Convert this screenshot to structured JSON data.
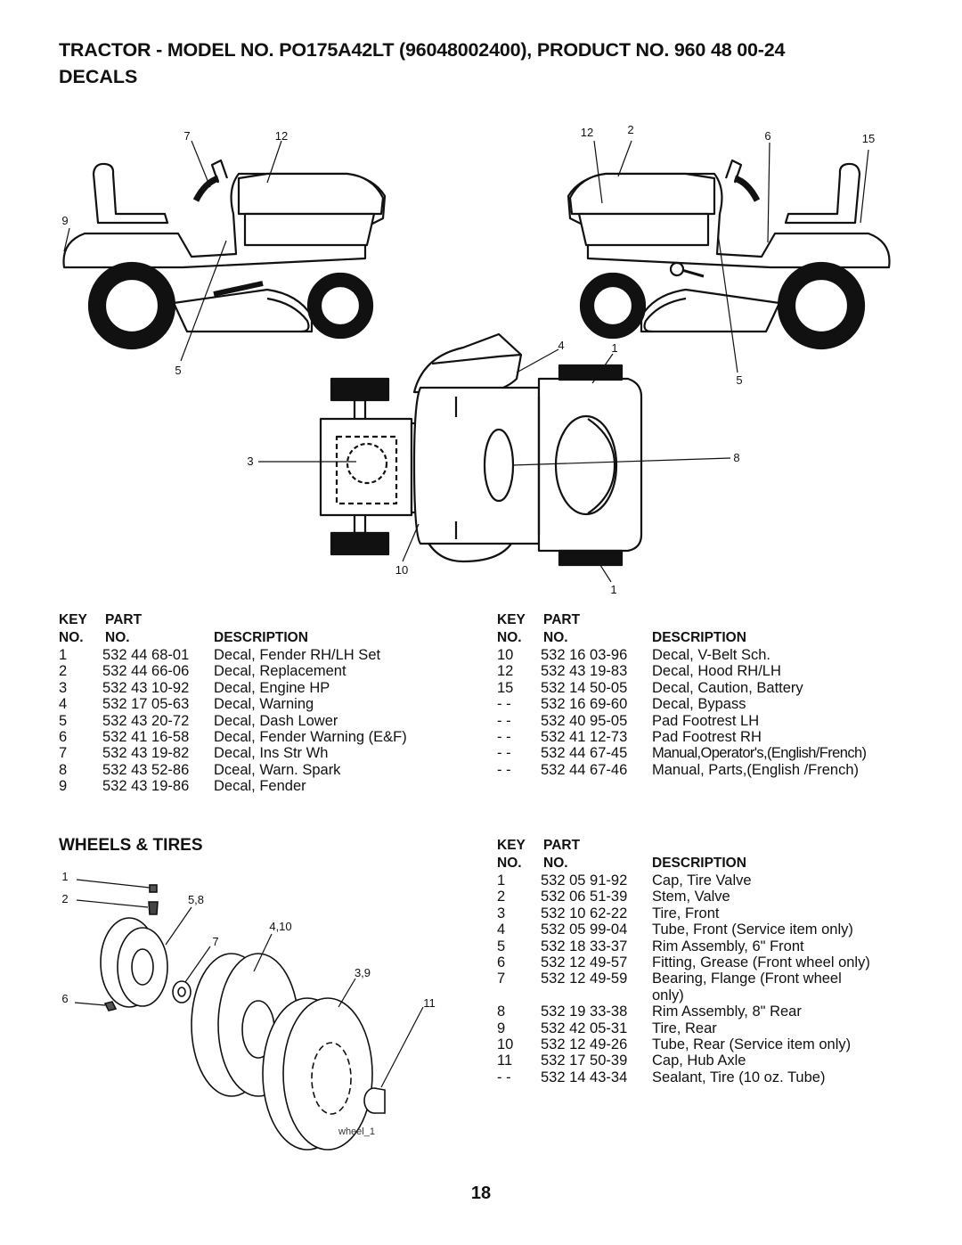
{
  "header": {
    "title": "TRACTOR - MODEL NO. PO175A42LT (96048002400), PRODUCT NO. 960 48 00-24",
    "subtitle": "DECALS"
  },
  "decals_diagram": {
    "callouts": {
      "c7": "7",
      "c12a": "12",
      "c9": "9",
      "c5a": "5",
      "c12b": "12",
      "c2": "2",
      "c6": "6",
      "c15": "15",
      "c4": "4",
      "c1a": "1",
      "c5b": "5",
      "c3": "3",
      "c8": "8",
      "c10": "10",
      "c1b": "1"
    }
  },
  "decals_table_left": {
    "headers": {
      "key1": "KEY",
      "part1": "PART",
      "key2": "NO.",
      "part2": "NO.",
      "desc": "DESCRIPTION"
    },
    "rows": [
      {
        "key": "1",
        "part": "532 44 68-01",
        "desc": "Decal, Fender RH/LH Set"
      },
      {
        "key": "2",
        "part": "532 44 66-06",
        "desc": "Decal, Replacement"
      },
      {
        "key": "3",
        "part": "532 43 10-92",
        "desc": "Decal, Engine HP"
      },
      {
        "key": "4",
        "part": "532 17 05-63",
        "desc": "Decal, Warning"
      },
      {
        "key": "5",
        "part": "532 43 20-72",
        "desc": "Decal, Dash Lower"
      },
      {
        "key": "6",
        "part": "532 41 16-58",
        "desc": "Decal, Fender Warning (E&F)"
      },
      {
        "key": "7",
        "part": "532 43 19-82",
        "desc": "Decal, Ins Str Wh"
      },
      {
        "key": "8",
        "part": "532 43 52-86",
        "desc": "Dceal, Warn. Spark"
      },
      {
        "key": "9",
        "part": "532 43 19-86",
        "desc": "Decal, Fender"
      }
    ]
  },
  "decals_table_right": {
    "headers": {
      "key1": "KEY",
      "part1": "PART",
      "key2": "NO.",
      "part2": "NO.",
      "desc": "DESCRIPTION"
    },
    "rows": [
      {
        "key": "10",
        "part": "532 16 03-96",
        "desc": "Decal, V-Belt Sch."
      },
      {
        "key": "12",
        "part": "532 43 19-83",
        "desc": "Decal, Hood RH/LH"
      },
      {
        "key": "15",
        "part": "532 14 50-05",
        "desc": "Decal, Caution, Battery"
      },
      {
        "key": "- -",
        "part": "532 16 69-60",
        "desc": "Decal, Bypass"
      },
      {
        "key": "- -",
        "part": "532 40 95-05",
        "desc": "Pad Footrest LH"
      },
      {
        "key": "- -",
        "part": "532 41 12-73",
        "desc": "Pad Footrest RH"
      },
      {
        "key": "- -",
        "part": "532 44 67-45",
        "desc": "Manual,Operator's,(English/French)"
      },
      {
        "key": "- -",
        "part": "532 44 67-46",
        "desc": "Manual, Parts,(English /French)"
      }
    ]
  },
  "wheels_section": {
    "title": "WHEELS & TIRES",
    "callouts": {
      "w1": "1",
      "w2": "2",
      "w58": "5,8",
      "w410": "4,10",
      "w7": "7",
      "w39": "3,9",
      "w6": "6",
      "w11": "11"
    },
    "caption": "wheel_1"
  },
  "wheels_table": {
    "headers": {
      "key1": "KEY",
      "part1": "PART",
      "key2": "NO.",
      "part2": "NO.",
      "desc": "DESCRIPTION"
    },
    "rows": [
      {
        "key": "1",
        "part": "532 05 91-92",
        "desc": "Cap, Tire Valve"
      },
      {
        "key": "2",
        "part": "532 06 51-39",
        "desc": "Stem, Valve"
      },
      {
        "key": "3",
        "part": "532 10 62-22",
        "desc": "Tire, Front"
      },
      {
        "key": "4",
        "part": "532 05 99-04",
        "desc": "Tube, Front (Service item only)"
      },
      {
        "key": "5",
        "part": "532 18 33-37",
        "desc": "Rim Assembly, 6\" Front"
      },
      {
        "key": "6",
        "part": "532 12 49-57",
        "desc": "Fitting, Grease (Front wheel only)"
      },
      {
        "key": "7",
        "part": "532 12 49-59",
        "desc": "Bearing, Flange (Front wheel"
      },
      {
        "key": "",
        "part": "",
        "desc": "only)"
      },
      {
        "key": "8",
        "part": "532 19 33-38",
        "desc": "Rim Assembly, 8\" Rear"
      },
      {
        "key": "9",
        "part": "532 42 05-31",
        "desc": "Tire, Rear"
      },
      {
        "key": "10",
        "part": "532 12 49-26",
        "desc": "Tube, Rear (Service item only)"
      },
      {
        "key": "11",
        "part": "532 17 50-39",
        "desc": "Cap, Hub Axle"
      },
      {
        "key": "- -",
        "part": "532 14 43-34",
        "desc": "Sealant, Tire (10 oz. Tube)"
      }
    ]
  },
  "footer": {
    "page_number": "18"
  }
}
